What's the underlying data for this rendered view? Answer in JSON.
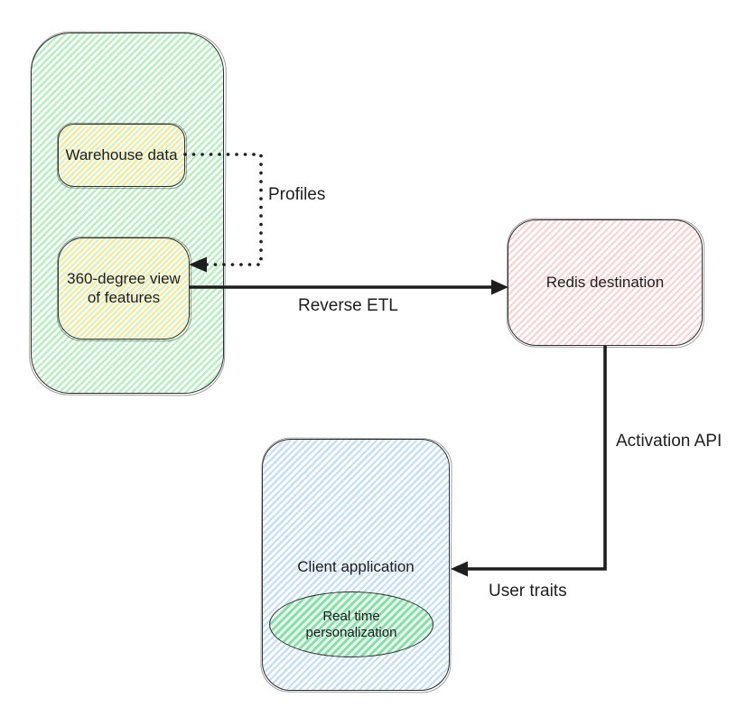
{
  "nodes": {
    "warehouse": {
      "label": "Warehouse data",
      "fill": "#ffec99"
    },
    "view360": {
      "line1": "360-degree view",
      "line2": "of features",
      "fill": "#ffec99"
    },
    "group_container": {
      "fill": "#b2f2bb"
    },
    "redis": {
      "label": "Redis destination",
      "fill": "#ffc9c9"
    },
    "client": {
      "label": "Client application",
      "fill": "#a5d8ff"
    },
    "realtime": {
      "line1": "Real time",
      "line2": "personalization",
      "fill": "#69db95"
    }
  },
  "edges": {
    "profiles": {
      "label": "Profiles",
      "style": "dotted",
      "from": "warehouse",
      "to": "view360"
    },
    "reverse_etl": {
      "label": "Reverse ETL",
      "style": "solid",
      "from": "view360",
      "to": "redis"
    },
    "activation_api": {
      "label": "Activation API",
      "style": "solid",
      "from": "redis",
      "to": "client"
    },
    "user_traits": {
      "label": "User traits",
      "style": "solid",
      "from": "redis",
      "to": "client"
    }
  },
  "colors": {
    "stroke": "#1e1e1e",
    "arrow": "#1e1e1e",
    "background": "#ffffff"
  }
}
